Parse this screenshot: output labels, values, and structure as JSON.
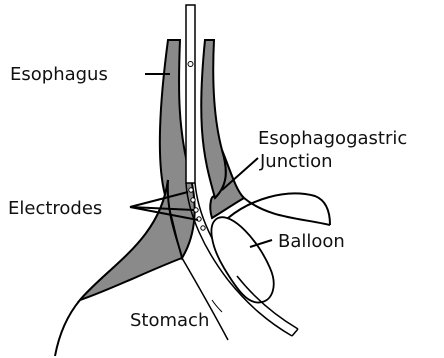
{
  "labels": {
    "esophagus": "Esophagus",
    "junction_line1": "Esophagogastric",
    "junction_line2": "Junction",
    "electrodes": "Electrodes",
    "balloon": "Balloon",
    "stomach": "Stomach"
  },
  "colors": {
    "tissue": "#8a8a8a",
    "outline": "#000000",
    "background": "#ffffff"
  },
  "icons": [
    "catheter",
    "balloon",
    "electrode-array"
  ]
}
